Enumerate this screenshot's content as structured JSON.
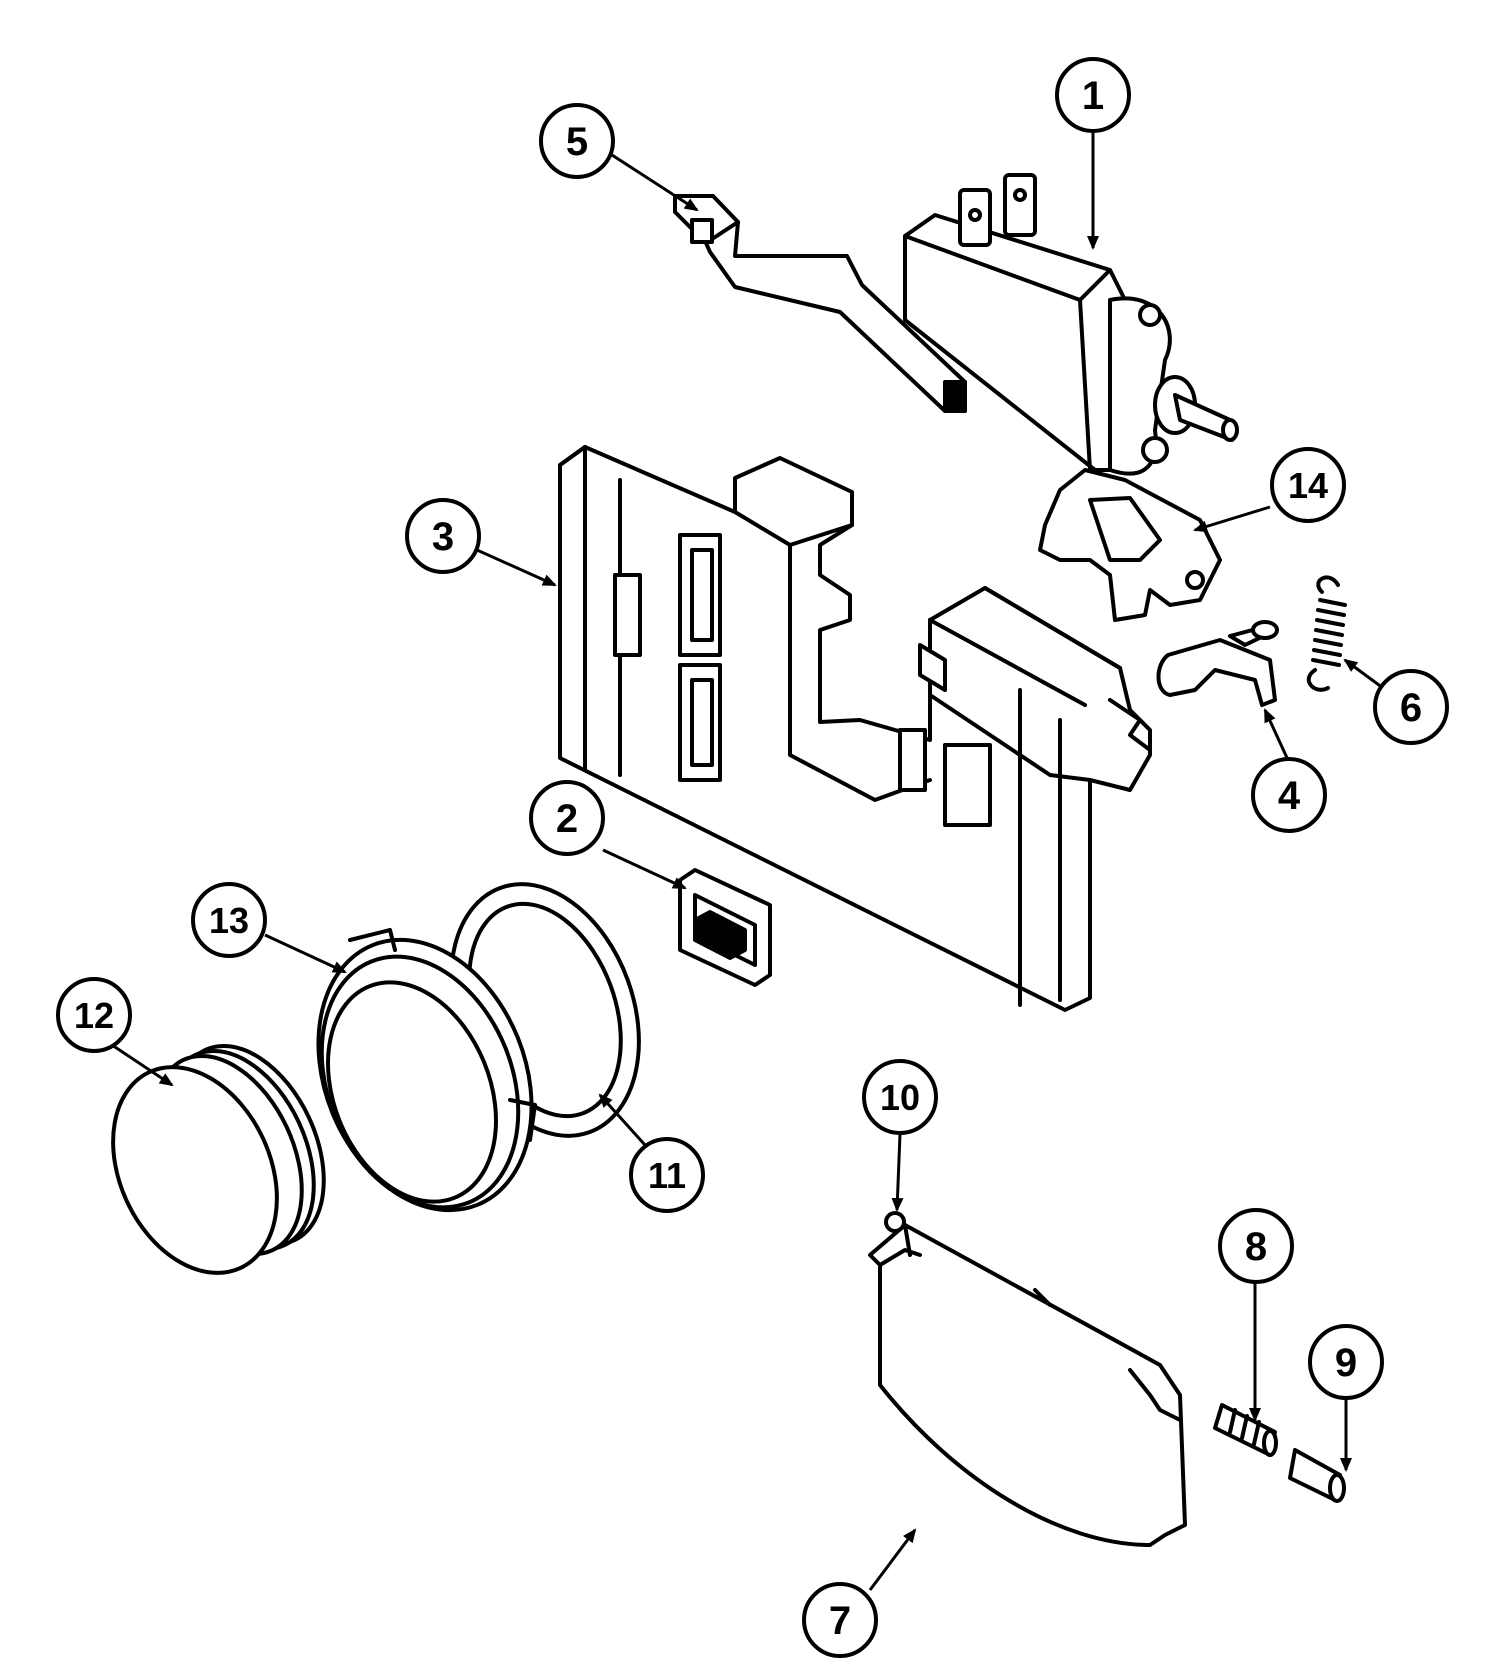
{
  "diagram": {
    "callouts": [
      {
        "id": "1",
        "label": "1"
      },
      {
        "id": "2",
        "label": "2"
      },
      {
        "id": "3",
        "label": "3"
      },
      {
        "id": "4",
        "label": "4"
      },
      {
        "id": "5",
        "label": "5"
      },
      {
        "id": "6",
        "label": "6"
      },
      {
        "id": "7",
        "label": "7"
      },
      {
        "id": "8",
        "label": "8"
      },
      {
        "id": "9",
        "label": "9"
      },
      {
        "id": "10",
        "label": "10"
      },
      {
        "id": "11",
        "label": "11"
      },
      {
        "id": "12",
        "label": "12"
      },
      {
        "id": "13",
        "label": "13"
      },
      {
        "id": "14",
        "label": "14"
      }
    ],
    "colors": {
      "ink": "#000000",
      "paper": "#ffffff"
    }
  }
}
